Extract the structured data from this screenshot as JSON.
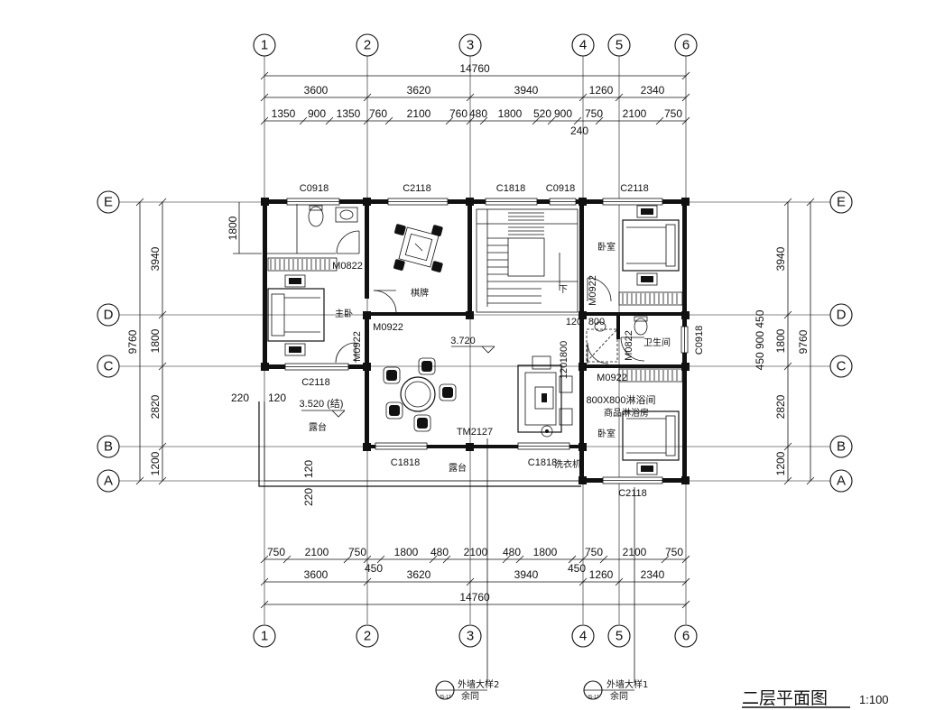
{
  "title": "二层平面图",
  "scale": "1:100",
  "axes_vertical": [
    "1",
    "2",
    "3",
    "4",
    "5",
    "6"
  ],
  "axes_horizontal": [
    "E",
    "D",
    "C",
    "B",
    "A"
  ],
  "dims_top": {
    "total": "14760",
    "row2": [
      "3600",
      "3620",
      "3940",
      "1260",
      "2340"
    ],
    "row3": [
      "1350",
      "900",
      "1350",
      "760",
      "2100",
      "760",
      "480",
      "1800",
      "520",
      "900",
      "750",
      "2100",
      "750"
    ],
    "extra": "240"
  },
  "dims_bottom": {
    "total": "14760",
    "row2": [
      "3600",
      "3620",
      "3940",
      "1260",
      "2340"
    ],
    "row1": [
      "750",
      "2100",
      "750",
      "1800",
      "480",
      "2100",
      "480",
      "1800",
      "750",
      "2100",
      "750"
    ],
    "small": [
      "450",
      "450"
    ]
  },
  "dims_left": {
    "total": "9760",
    "parts": [
      "3940",
      "1800",
      "2820",
      "1200"
    ],
    "extra": "1800",
    "small1": "220",
    "small2": "120",
    "small3": "120",
    "small4": "220"
  },
  "dims_right": {
    "total": "9760",
    "parts": [
      "3940",
      "1800",
      "2820",
      "1200"
    ],
    "small": "450 900 450"
  },
  "windows": [
    "C0918",
    "C2118",
    "C1818",
    "C0918",
    "C2118",
    "C2118",
    "C1818",
    "C1818",
    "C2118",
    "C0918",
    "TM2127"
  ],
  "doors": [
    "M0822",
    "M0922",
    "M0922",
    "M0922",
    "M0822",
    "M0922"
  ],
  "rooms": {
    "master": "主卧",
    "chess": "棋牌",
    "bedroom1": "卧室",
    "bedroom2": "卧室",
    "bath": "卫生间",
    "terrace1": "露台",
    "terrace2": "露台",
    "washer": "洗衣机",
    "down": "下"
  },
  "elevations": [
    "3.720",
    "3.520 (结)"
  ],
  "misc": {
    "d120": "120",
    "d800": "800",
    "d1800": "1800",
    "d120b": "120",
    "shower": "800X800淋浴间",
    "shower2": "商品淋浴房",
    "callout1_line1": "外墙大样2",
    "callout1_line2": "余同",
    "callout2_line1": "外墙大样1",
    "callout2_line2": "余同",
    "callout_code": "JS-17"
  }
}
